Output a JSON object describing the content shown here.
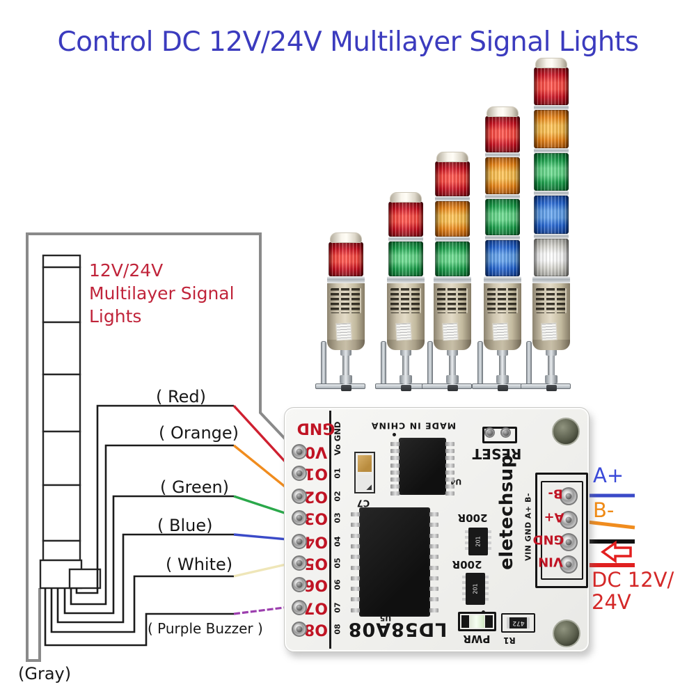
{
  "title": "Control DC 12V/24V Multilayer Signal Lights",
  "left_note": {
    "line1": "12V/24V",
    "line2": "Multilayer Signal",
    "line3": "Lights"
  },
  "wire_labels": {
    "red": "( Red)",
    "orange": "( Orange)",
    "green": "( Green)",
    "blue": "( Blue)",
    "white": "( White)",
    "purple": "( Purple Buzzer )",
    "gray": "(Gray)"
  },
  "towers": [
    {
      "layers": [
        "red"
      ]
    },
    {
      "layers": [
        "red",
        "green"
      ]
    },
    {
      "layers": [
        "red",
        "orange",
        "green"
      ]
    },
    {
      "layers": [
        "red",
        "orange",
        "green",
        "blue"
      ]
    },
    {
      "layers": [
        "red",
        "orange",
        "green",
        "blue",
        "white"
      ]
    }
  ],
  "board": {
    "pins": [
      {
        "label": "GND"
      },
      {
        "label": "V0"
      },
      {
        "label": "O1"
      },
      {
        "label": "O2"
      },
      {
        "label": "O3"
      },
      {
        "label": "O4"
      },
      {
        "label": "O5"
      },
      {
        "label": "O6"
      },
      {
        "label": "O7"
      },
      {
        "label": "O8"
      }
    ],
    "silk_top": "Vo GND",
    "silk_numbers": [
      "01",
      "02",
      "03",
      "04",
      "05",
      "06",
      "07",
      "08"
    ],
    "made_in": "MADE IN CHINA",
    "reset": "RESET",
    "brand": "eletechsup",
    "c7": "C7",
    "u4": "U4",
    "u5": "U5",
    "chip_name": "LD58A08",
    "res_array_1": "200R",
    "res_array_2": "200R",
    "res_code": "201",
    "pwr": "PWR",
    "r1": "R1",
    "r1_value": "472",
    "terminal_silk": "VIN GND A+ B-",
    "terminal_pins": [
      "B-",
      "A+",
      "GND",
      "VIN"
    ]
  },
  "right": {
    "a_plus": "A+",
    "b_minus": "B-",
    "supply_line1": "DC 12V/",
    "supply_line2": "24V"
  },
  "colors": {
    "title_blue": "#3b3bbe",
    "note_red": "#c0243a",
    "pcb_label_red": "#c01424",
    "wire_gray": "#8a8a8a",
    "wire_black": "#1b1b1b",
    "wire_red": "#cf2030",
    "wire_orange": "#f08c1e",
    "wire_green": "#2aa84a",
    "wire_blue": "#3a4ac8",
    "wire_white": "#efe6b8",
    "wire_purple": "#9c3fae",
    "label_a_blue": "#3a49d8",
    "label_b_orange": "#ef8a15",
    "supply_red": "#d42828"
  }
}
